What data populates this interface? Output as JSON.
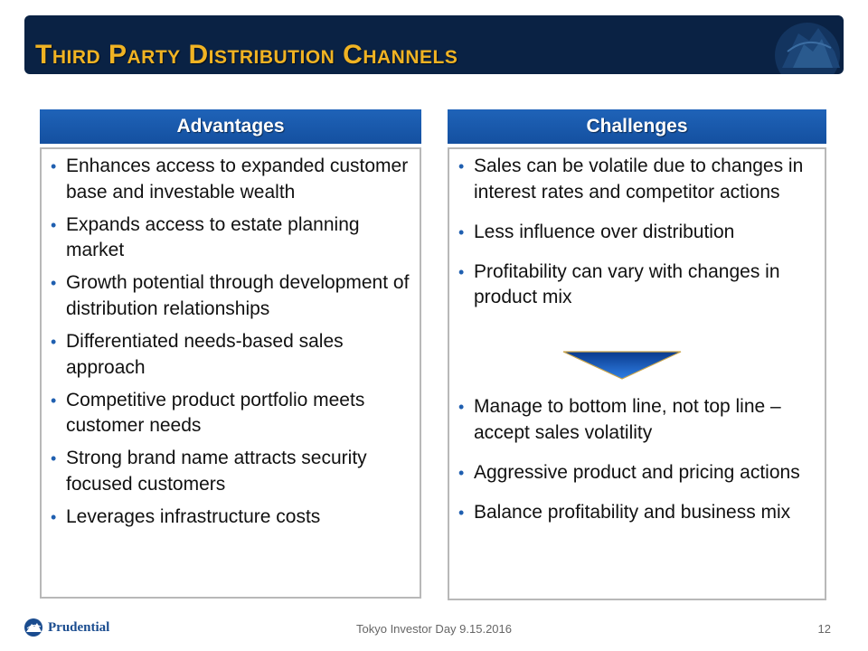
{
  "title": "Third Party Distribution Channels",
  "colors": {
    "title_bar": "#0a2244",
    "title_text": "#f0b323",
    "panel_header": "#1a5aab",
    "bullet": "#1f5fb0",
    "border": "#b8b8b8"
  },
  "advantages": {
    "header": "Advantages",
    "items": [
      "Enhances access to expanded customer base and investable wealth",
      "Expands access to estate planning market",
      "Growth potential through development of distribution relationships",
      "Differentiated needs-based sales approach",
      "Competitive product portfolio meets customer needs",
      "Strong brand name attracts security focused customers",
      "Leverages infrastructure costs"
    ]
  },
  "challenges": {
    "header": "Challenges",
    "items": [
      "Sales can be volatile due to changes in interest rates and competitor actions",
      "Less influence over distribution",
      "Profitability can vary with changes in product mix"
    ],
    "responses": [
      "Manage to bottom line, not top line – accept sales volatility",
      "Aggressive product and pricing actions",
      "Balance profitability and business mix"
    ]
  },
  "footer": {
    "text": "Tokyo Investor Day 9.15.2016",
    "page_number": "12",
    "brand": "Prudential"
  },
  "icons": {
    "emblem": "rock-emblem-icon",
    "bullet": "bullet-dot-icon",
    "arrow": "down-arrow-icon",
    "logo": "prudential-rock-logo-icon"
  }
}
